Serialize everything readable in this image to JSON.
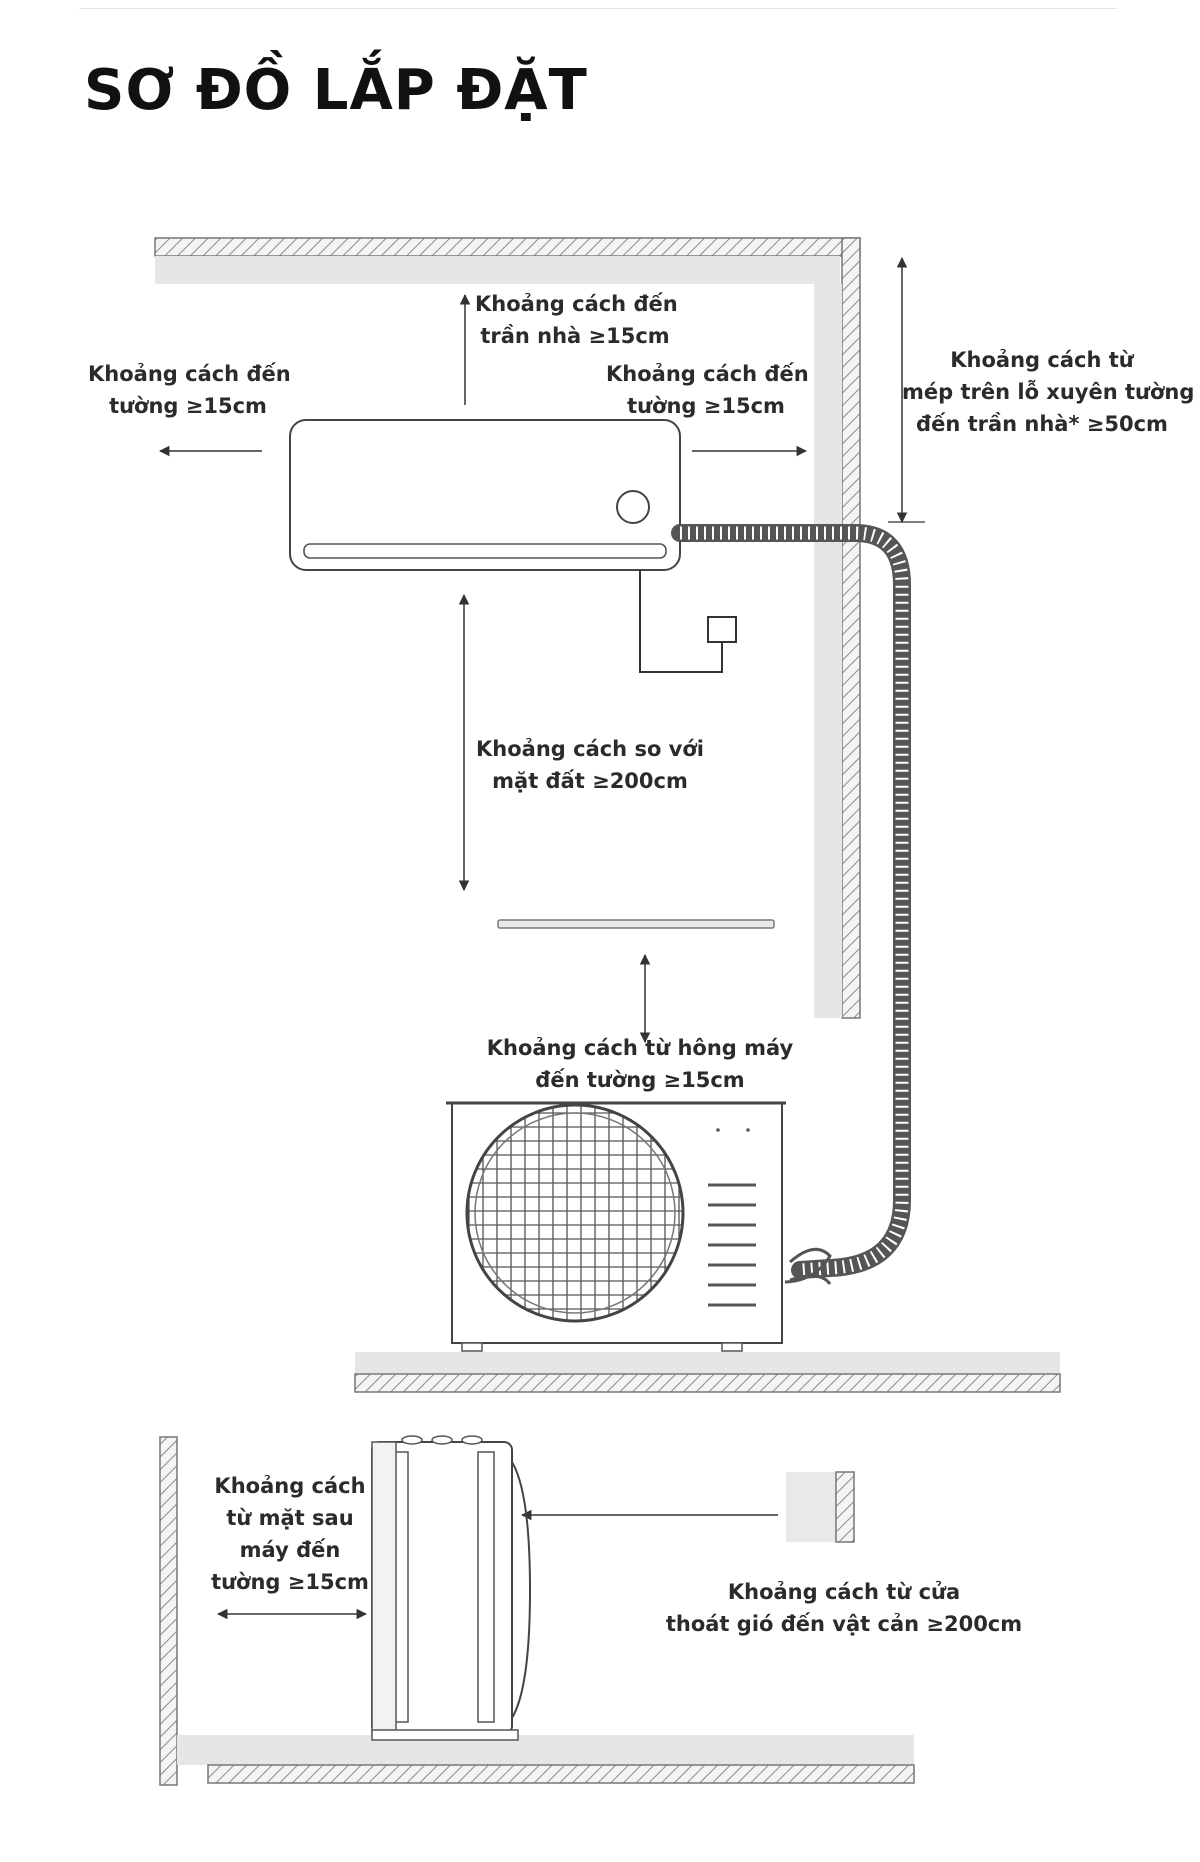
{
  "title": "SƠ ĐỒ LẮP ĐẶT",
  "labels": {
    "ceiling_l1": "Khoảng cách đến",
    "ceiling_l2": "trần nhà ≥15cm",
    "left_wall_l1": "Khoảng cách đến",
    "left_wall_l2": "tường ≥15cm",
    "right_wall_l1": "Khoảng cách đến",
    "right_wall_l2": "tường ≥15cm",
    "hole_l1": "Khoảng cách từ",
    "hole_l2": "mép trên lỗ xuyên tường",
    "hole_l3": "đến trần nhà* ≥50cm",
    "ground_l1": "Khoảng cách so với",
    "ground_l2": "mặt đất ≥200cm",
    "side_l1": "Khoảng cách từ hông máy",
    "side_l2": "đến tường ≥15cm",
    "back_l1": "Khoảng cách",
    "back_l2": "từ mặt sau",
    "back_l3": "máy đến",
    "back_l4": "tường ≥15cm",
    "outlet_l1": "Khoảng cách từ cửa",
    "outlet_l2": "thoát gió đến vật cản ≥200cm"
  },
  "colors": {
    "line": "#333333",
    "hatch": "#888888",
    "slab": "#e6e6e6",
    "text": "#2b2b2b"
  }
}
